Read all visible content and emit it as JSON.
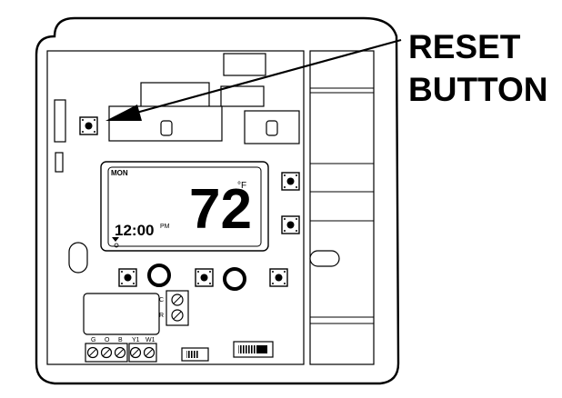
{
  "callout": {
    "line1": "RESET",
    "line2": "BUTTON"
  },
  "display": {
    "day": "MON",
    "temperature": "72",
    "unit": "°F",
    "time": "12:00",
    "ampm": "PM"
  },
  "terminals": {
    "left": [
      "G",
      "O",
      "B",
      "Y1",
      "W1"
    ],
    "right": [
      "C",
      "R"
    ]
  }
}
